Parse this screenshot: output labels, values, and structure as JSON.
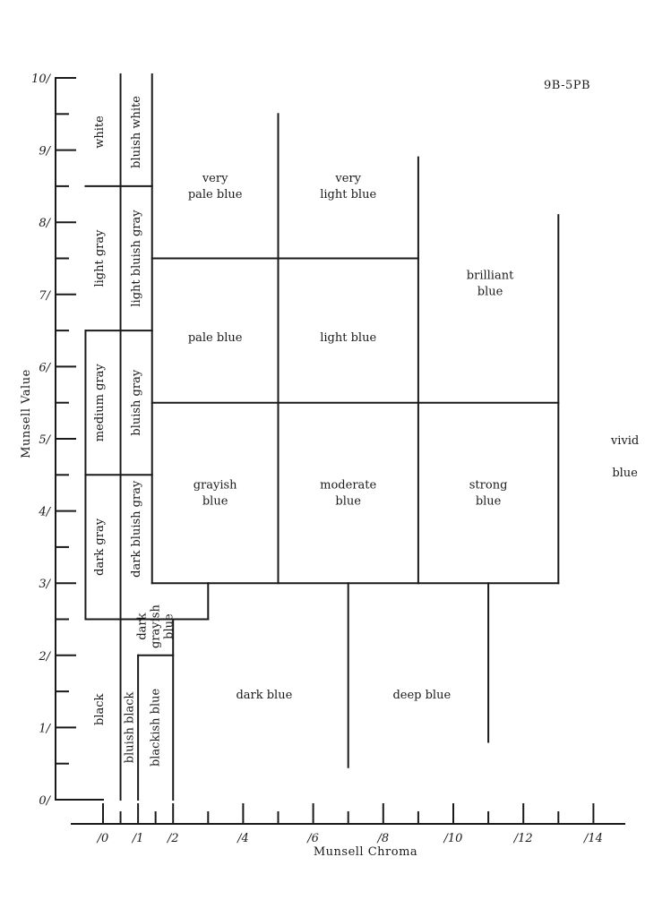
{
  "hue_range": "9B-5PB",
  "axes": {
    "y_label": "Munsell Value",
    "x_label": "Munsell Chroma",
    "y_ticks": [
      "0/",
      "1/",
      "2/",
      "3/",
      "4/",
      "5/",
      "6/",
      "7/",
      "8/",
      "9/",
      "10/"
    ],
    "x_ticks": [
      "/0",
      "/1",
      "/2",
      "/4",
      "/6",
      "/8",
      "/10",
      "/12",
      "/14"
    ]
  },
  "regions": [
    {
      "key": "white",
      "lines": [
        "white"
      ],
      "rotated": true
    },
    {
      "key": "bluish-white",
      "lines": [
        "bluish white"
      ],
      "rotated": true
    },
    {
      "key": "light-gray",
      "lines": [
        "light gray"
      ],
      "rotated": true
    },
    {
      "key": "light-bluish-gray",
      "lines": [
        "light bluish gray"
      ],
      "rotated": true
    },
    {
      "key": "medium-gray",
      "lines": [
        "medium gray"
      ],
      "rotated": true
    },
    {
      "key": "bluish-gray",
      "lines": [
        "bluish gray"
      ],
      "rotated": true
    },
    {
      "key": "dark-gray",
      "lines": [
        "dark gray"
      ],
      "rotated": true
    },
    {
      "key": "dark-bluish-gray",
      "lines": [
        "dark bluish gray"
      ],
      "rotated": true
    },
    {
      "key": "black",
      "lines": [
        "black"
      ],
      "rotated": true
    },
    {
      "key": "bluish-black",
      "lines": [
        "bluish black"
      ],
      "rotated": true
    },
    {
      "key": "dark-grayish-blue",
      "lines": [
        "dark",
        "grayish",
        "blue"
      ],
      "rotated": true
    },
    {
      "key": "blackish-blue",
      "lines": [
        "blackish blue"
      ],
      "rotated": true
    },
    {
      "key": "very-pale-blue",
      "lines": [
        "very",
        "pale blue"
      ],
      "rotated": false
    },
    {
      "key": "very-light-blue",
      "lines": [
        "very",
        "light blue"
      ],
      "rotated": false
    },
    {
      "key": "brilliant-blue",
      "lines": [
        "brilliant",
        "blue"
      ],
      "rotated": false
    },
    {
      "key": "pale-blue",
      "lines": [
        "pale blue"
      ],
      "rotated": false
    },
    {
      "key": "light-blue",
      "lines": [
        "light blue"
      ],
      "rotated": false
    },
    {
      "key": "grayish-blue",
      "lines": [
        "grayish",
        "blue"
      ],
      "rotated": false
    },
    {
      "key": "moderate-blue",
      "lines": [
        "moderate",
        "blue"
      ],
      "rotated": false
    },
    {
      "key": "strong-blue",
      "lines": [
        "strong",
        "blue"
      ],
      "rotated": false
    },
    {
      "key": "vivid-blue",
      "lines": [
        "vivid",
        "blue"
      ],
      "rotated": false
    },
    {
      "key": "dark-blue",
      "lines": [
        "dark blue"
      ],
      "rotated": false
    },
    {
      "key": "deep-blue",
      "lines": [
        "deep blue"
      ],
      "rotated": false
    }
  ]
}
